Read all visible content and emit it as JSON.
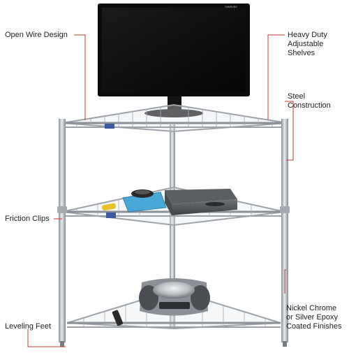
{
  "image": {
    "subject": "three-shelf corner wire TV stand with products",
    "colors": {
      "leader_line": "#c0392b",
      "chrome": "#b9bec4",
      "chrome_dark": "#7d838a",
      "tv_body": "#111111",
      "label_text": "#222222"
    }
  },
  "callouts": {
    "open_wire_design": "Open Wire Design",
    "heavy_duty_lines": [
      "Heavy Duty",
      "Adjustable",
      "Shelves"
    ],
    "steel_lines": [
      "Steel",
      "Construction"
    ],
    "friction_clips": "Friction Clips",
    "finish_lines": [
      "Nickel Chrome",
      "or Silver Epoxy",
      "Coated Finishes"
    ],
    "leveling_feet": "Leveling Feet"
  },
  "product_text": {
    "tv_brand": "SAMSUNG"
  }
}
